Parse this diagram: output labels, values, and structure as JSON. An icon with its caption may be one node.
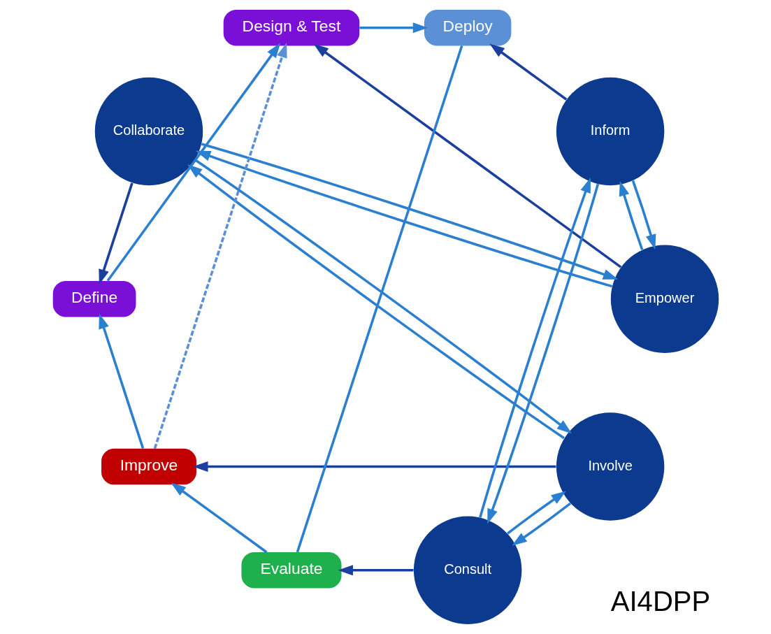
{
  "diagram": {
    "nodes": [
      {
        "text": [
          "Collaborate"
        ]
      },
      {
        "text": [
          "Define"
        ]
      },
      {
        "text": [
          "Empower"
        ]
      },
      {
        "text": [
          "Involve"
        ]
      },
      {
        "text": [
          "Improve"
        ]
      },
      {
        "text": [
          "Design & Test"
        ]
      },
      {
        "text": [
          "Evaluate"
        ]
      },
      {
        "text": [
          "Deploy"
        ]
      },
      {
        "text": [
          "Inform"
        ]
      },
      {
        "text": [
          "Consult"
        ]
      }
    ],
    "edges": [
      {
        "from": 0,
        "to": 2,
        "arrow": "to"
      },
      {
        "from": 2,
        "to": 8,
        "arrow": "to"
      },
      {
        "from": 8,
        "to": 9,
        "arrow": "to"
      },
      {
        "from": 9,
        "to": 3,
        "arrow": "to"
      },
      {
        "from": 3,
        "to": 0,
        "arrow": "to"
      },
      {
        "from": 2,
        "to": 0,
        "arrow": "to"
      },
      {
        "from": 0,
        "to": 3,
        "arrow": "to"
      },
      {
        "from": 3,
        "to": 9,
        "arrow": "to"
      },
      {
        "from": 9,
        "to": 8,
        "arrow": "to"
      },
      {
        "from": 8,
        "to": 2,
        "arrow": "to"
      },
      {
        "from": 0,
        "to": 1,
        "arrow": "to",
        "color": "#1b3f9e"
      },
      {
        "from": 2,
        "to": 5,
        "arrow": "to",
        "color": "#1b3f9e"
      },
      {
        "from": 8,
        "to": 7,
        "arrow": "to",
        "color": "#1b3f9e"
      },
      {
        "from": 9,
        "to": 6,
        "arrow": "to",
        "color": "#1b3f9e"
      },
      {
        "from": 3,
        "to": 4,
        "arrow": "to",
        "color": "#1b3f9e"
      },
      {
        "from": 1,
        "to": 5,
        "arrow": "to"
      },
      {
        "from": 5,
        "to": 7,
        "arrow": "to"
      },
      {
        "from": 7,
        "to": 6,
        "arrow": "none"
      },
      {
        "from": 6,
        "to": 4,
        "arrow": "to"
      },
      {
        "from": 4,
        "to": 1,
        "arrow": "to"
      },
      {
        "from": 4,
        "to": 5,
        "arrow": "to",
        "style": "dashed",
        "color": "#5b8fd6"
      }
    ],
    "labels": [
      "AI4DPP"
    ]
  }
}
